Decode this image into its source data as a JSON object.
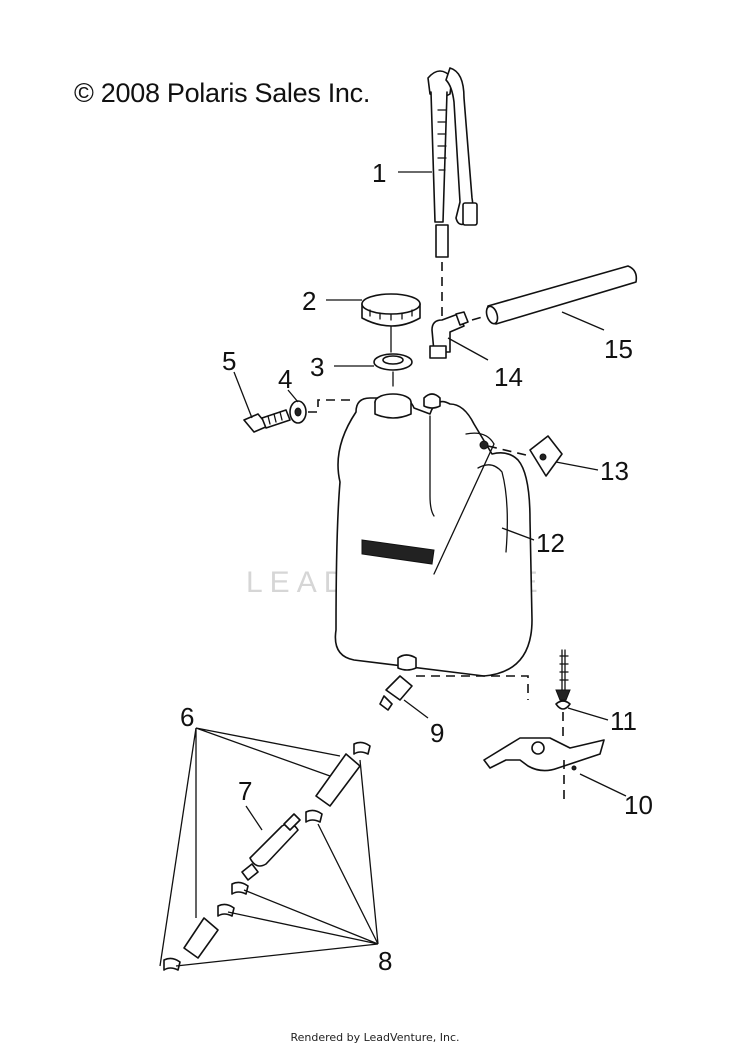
{
  "copyright": "© 2008 Polaris Sales Inc.",
  "watermark": "LEADVENTURE",
  "footer": "Rendered by LeadVenture, Inc.",
  "callouts": {
    "c1": "1",
    "c2": "2",
    "c3": "3",
    "c4": "4",
    "c5": "5",
    "c6": "6",
    "c7": "7",
    "c8": "8",
    "c9": "9",
    "c10": "10",
    "c11": "11",
    "c12": "12",
    "c13": "13",
    "c14": "14",
    "c15": "15"
  }
}
